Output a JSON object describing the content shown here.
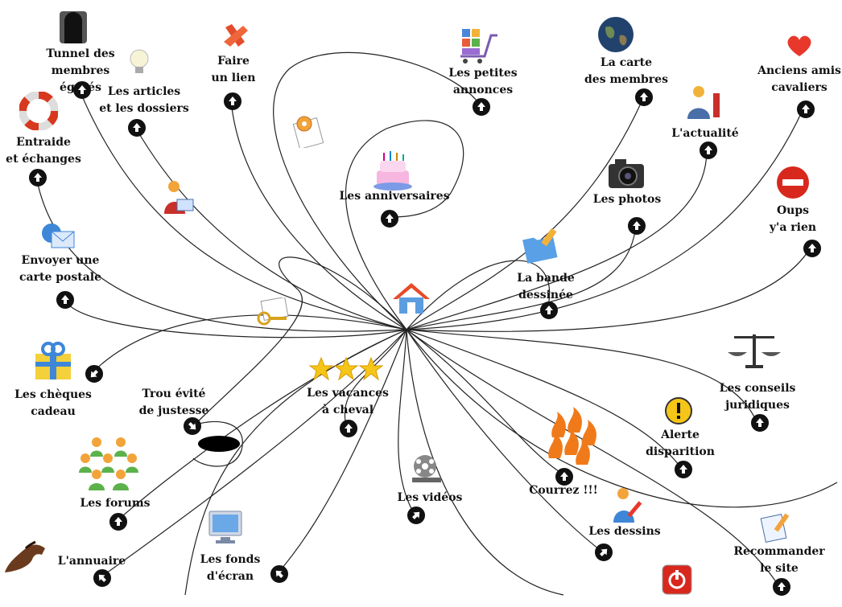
{
  "nodes": [
    {
      "id": "tunnel",
      "label": "Tunnel des\nmembres égarés",
      "icon": "tunnel-icon"
    },
    {
      "id": "articles",
      "label": "Les articles\net les dossiers",
      "icon": "lightbulb-icon"
    },
    {
      "id": "lien",
      "label": "Faire\nun lien",
      "icon": "x-link-icon"
    },
    {
      "id": "annonces",
      "label": "Les petites\nannonces",
      "icon": "shopping-cart-icon"
    },
    {
      "id": "carte",
      "label": "La carte\ndes membres",
      "icon": "globe-icon"
    },
    {
      "id": "anciens",
      "label": "Anciens amis\ncavaliers",
      "icon": "heart-icon"
    },
    {
      "id": "entraide",
      "label": "Entraide\net échanges",
      "icon": "lifebuoy-icon"
    },
    {
      "id": "actualite",
      "label": "L'actualité",
      "icon": "news-person-icon"
    },
    {
      "id": "anniversaires",
      "label": "Les anniversaires",
      "icon": "birthday-cake-icon"
    },
    {
      "id": "photos",
      "label": "Les photos",
      "icon": "camera-icon"
    },
    {
      "id": "oups",
      "label": "Oups\ny'a rien",
      "icon": "no-entry-icon"
    },
    {
      "id": "postale",
      "label": "Envoyer une\ncarte postale",
      "icon": "email-icon"
    },
    {
      "id": "bd",
      "label": "La bande\ndessinée",
      "icon": "folder-pen-icon"
    },
    {
      "id": "cheques",
      "label": "Les chèques\ncadeau",
      "icon": "gift-icon"
    },
    {
      "id": "trou",
      "label": "Trou évité\nde justesse",
      "icon": "hole-icon"
    },
    {
      "id": "vacances",
      "label": "Les vacances\nà cheval",
      "icon": "three-stars-icon"
    },
    {
      "id": "conseils",
      "label": "Les conseils\njuridiques",
      "icon": "scales-icon"
    },
    {
      "id": "alerte",
      "label": "Alerte\ndisparition",
      "icon": "warning-icon"
    },
    {
      "id": "courrez",
      "label": "Courrez !!!",
      "icon": "fire-icon"
    },
    {
      "id": "forums",
      "label": "Les forums",
      "icon": "people-group-icon"
    },
    {
      "id": "videos",
      "label": "Les vidéos",
      "icon": "film-reel-icon"
    },
    {
      "id": "dessins",
      "label": "Les dessins",
      "icon": "drawing-person-icon"
    },
    {
      "id": "annuaire",
      "label": "L'annuaire",
      "icon": "horse-icon"
    },
    {
      "id": "fonds",
      "label": "Les fonds\nd'écran",
      "icon": "monitor-icon"
    },
    {
      "id": "recommander",
      "label": "Recommander\nle site",
      "icon": "recommend-icon"
    }
  ],
  "extra_icons": [
    "home-icon",
    "gear-document-icon",
    "email-person-icon",
    "document-key-icon",
    "power-button-icon"
  ]
}
